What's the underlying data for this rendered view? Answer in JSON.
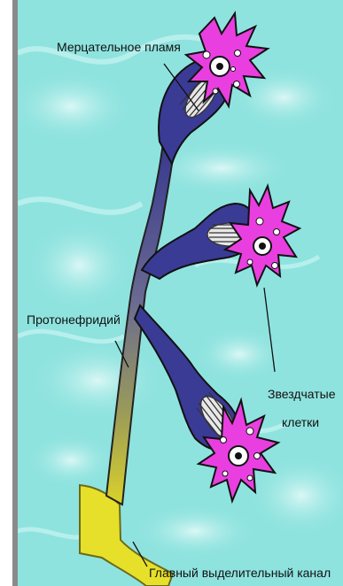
{
  "labels": {
    "flame": "Мерцательное пламя",
    "protonephridium": "Протонефридий",
    "stellate_line1": "Звездчатые",
    "stellate_line2": "клетки",
    "main_canal": "Главный выделительный канал"
  },
  "colors": {
    "background": "#8fe3df",
    "background_light": "#d4f6f3",
    "tube_dark": "#2d2f8a",
    "tube_mid": "#5a5a9a",
    "canal_yellow": "#e6e02a",
    "cell_magenta": "#e93fe0",
    "nucleus": "#111111"
  }
}
